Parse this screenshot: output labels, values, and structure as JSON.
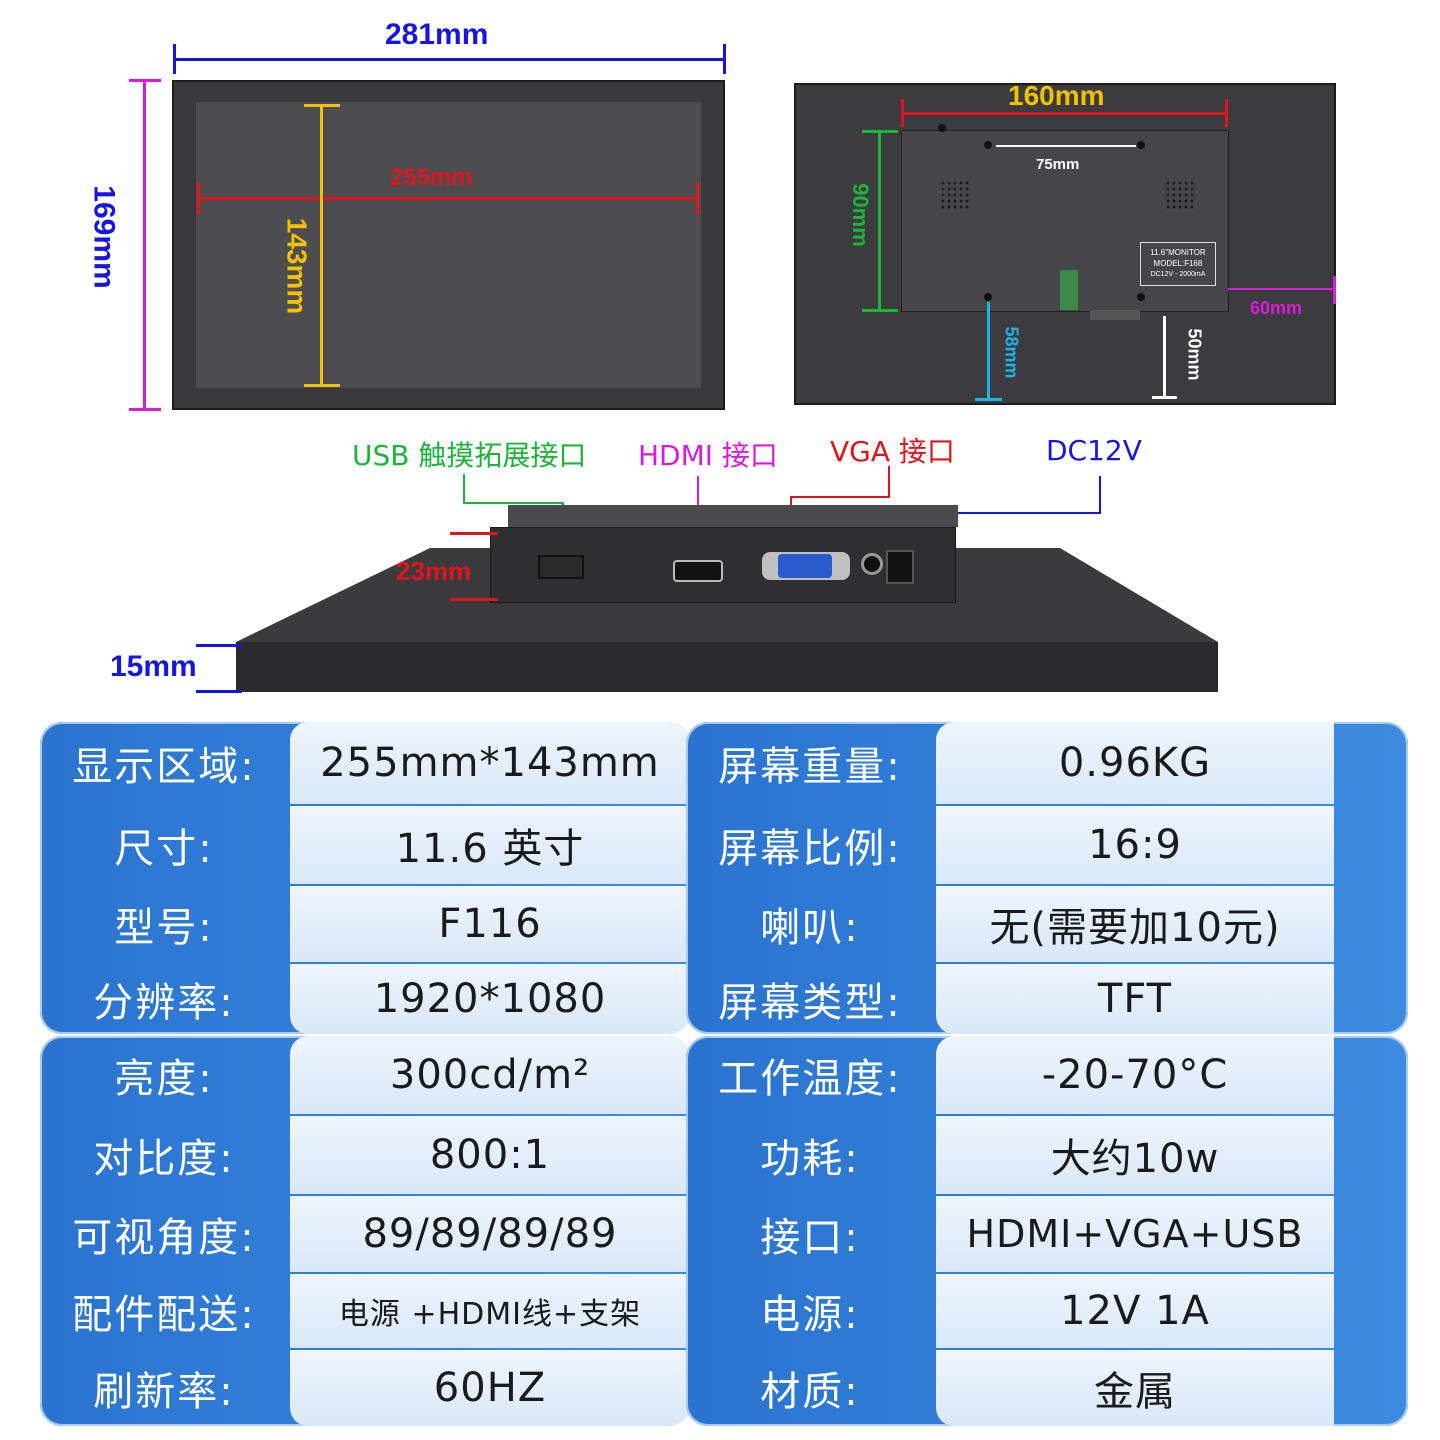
{
  "dimensions": {
    "front_width": "281mm",
    "front_height": "169mm",
    "display_width": "255mm",
    "display_height": "143mm",
    "back_bracket_width": "160mm",
    "back_vesa": "75mm",
    "back_bracket_height": "90mm",
    "back_right_offset": "60mm",
    "back_left_bottom": "58mm",
    "back_right_bottom": "50mm",
    "port_height": "23mm",
    "panel_thickness": "15mm"
  },
  "back_label": {
    "line1": "11.6\"MONITOR",
    "line2": "MODEL:F168",
    "line3": "DC12V - 2000mA"
  },
  "ports": {
    "usb": "USB 触摸拓展接口",
    "hdmi": "HDMI 接口",
    "vga": "VGA 接口",
    "dc": "DC12V"
  },
  "colors": {
    "blue_dim": "#1616e0",
    "magenta_dim": "#d81bd8",
    "yellow_dim": "#f2c200",
    "red_dim": "#e0141e",
    "green_dim": "#1eb43c",
    "cyan_dim": "#1ab4e6",
    "panel_blue": "#2f7fd6"
  },
  "specs_left_top": [
    {
      "label": "显示区域:",
      "value": "255mm*143mm"
    },
    {
      "label": "尺寸:",
      "value": "11.6 英寸"
    },
    {
      "label": "型号:",
      "value": "F116"
    },
    {
      "label": "分辨率:",
      "value": "1920*1080"
    }
  ],
  "specs_right_top": [
    {
      "label": "屏幕重量:",
      "value": "0.96KG"
    },
    {
      "label": "屏幕比例:",
      "value": "16:9"
    },
    {
      "label": "喇叭:",
      "value": "无(需要加10元)"
    },
    {
      "label": "屏幕类型:",
      "value": "TFT"
    }
  ],
  "specs_left_bottom": [
    {
      "label": "亮度:",
      "value": "300cd/m²"
    },
    {
      "label": "对比度:",
      "value": "800:1"
    },
    {
      "label": "可视角度:",
      "value": "89/89/89/89"
    },
    {
      "label": "配件配送:",
      "value": "电源 +HDMI线+支架"
    },
    {
      "label": "刷新率:",
      "value": "60HZ"
    }
  ],
  "specs_right_bottom": [
    {
      "label": "工作温度:",
      "value": "-20-70°C"
    },
    {
      "label": "功耗:",
      "value": "大约10w"
    },
    {
      "label": "接口:",
      "value": "HDMI+VGA+USB"
    },
    {
      "label": "电源:",
      "value": "12V 1A"
    },
    {
      "label": "材质:",
      "value": "金属"
    }
  ]
}
